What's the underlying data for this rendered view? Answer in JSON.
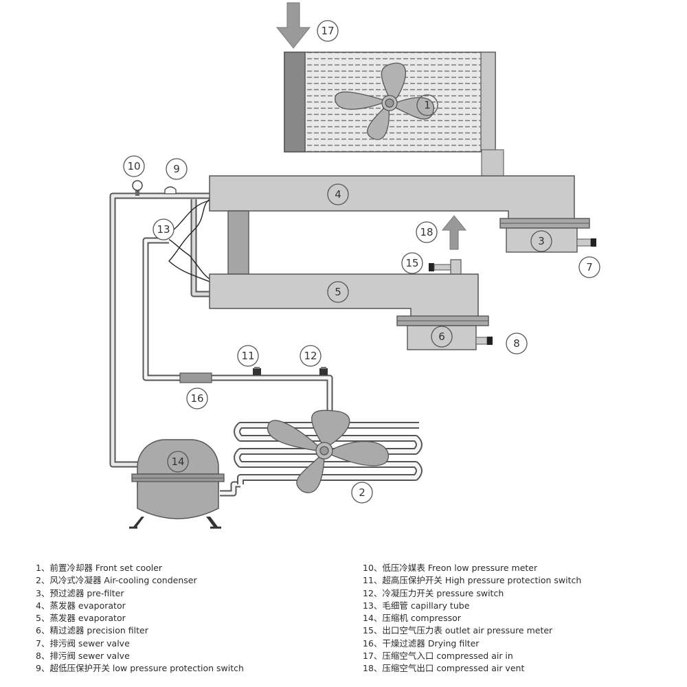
{
  "callouts": [
    "1",
    "2",
    "3",
    "4",
    "5",
    "6",
    "7",
    "8",
    "9",
    "10",
    "11",
    "12",
    "13",
    "14",
    "15",
    "16",
    "17",
    "18"
  ],
  "legend_left": [
    {
      "num": "1、",
      "text": "前置冷却器 Front set cooler"
    },
    {
      "num": "2、",
      "text": "风冷式冷凝器 Air-cooling condenser"
    },
    {
      "num": "3、",
      "text": "预过滤器 pre-filter"
    },
    {
      "num": "4、",
      "text": "蒸发器 evaporator"
    },
    {
      "num": "5、",
      "text": "蒸发器 evaporator"
    },
    {
      "num": "6、",
      "text": "精过滤器 precision filter"
    },
    {
      "num": "7、",
      "text": "排污阀 sewer valve"
    },
    {
      "num": "8、",
      "text": "排污阀 sewer valve"
    },
    {
      "num": "9、",
      "text": "超低压保护开关 low pressure protection switch"
    }
  ],
  "legend_right": [
    {
      "num": "10、",
      "text": "低压冷媒表 Freon low pressure meter"
    },
    {
      "num": "11、",
      "text": "超高压保护开关 High pressure protection switch"
    },
    {
      "num": "12、",
      "text": "冷凝压力开关 pressure switch"
    },
    {
      "num": "13、",
      "text": "毛细管 capillary tube"
    },
    {
      "num": "14、",
      "text": "压缩机 compressor"
    },
    {
      "num": "15、",
      "text": "出口空气压力表 outlet air pressure meter"
    },
    {
      "num": "16、",
      "text": "干燥过滤器 Drying filter"
    },
    {
      "num": "17、",
      "text": "压缩空气入口 compressed air in"
    },
    {
      "num": "18、",
      "text": "压缩空气出口 compressed air vent"
    }
  ]
}
